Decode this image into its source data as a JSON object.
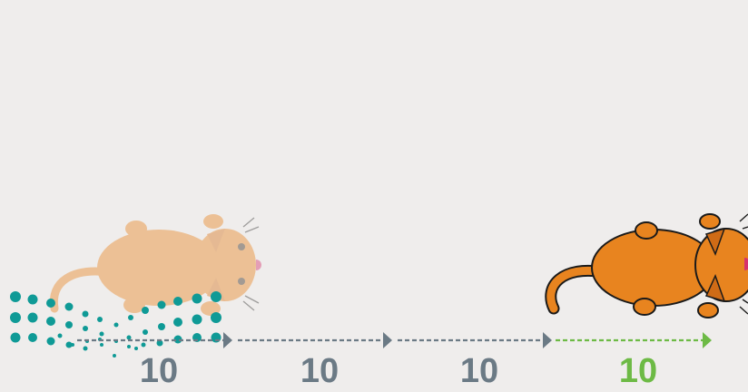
{
  "steps": [
    {
      "label": "10",
      "color": "#6b7a85",
      "style": "dashed"
    },
    {
      "label": "10",
      "color": "#6b7a85",
      "style": "dashed"
    },
    {
      "label": "10",
      "color": "#6b7a85",
      "style": "dashed"
    },
    {
      "label": "10",
      "color": "#6dba45",
      "style": "dashed"
    }
  ],
  "sprites": [
    {
      "name": "cat-sprite-faded",
      "color": "#f2c8a6",
      "state": "faded"
    },
    {
      "name": "cat-sprite-current",
      "color": "#e8841f",
      "state": "current"
    }
  ],
  "trail": {
    "name": "movement-trail-dots",
    "color": "#0f9a96"
  }
}
